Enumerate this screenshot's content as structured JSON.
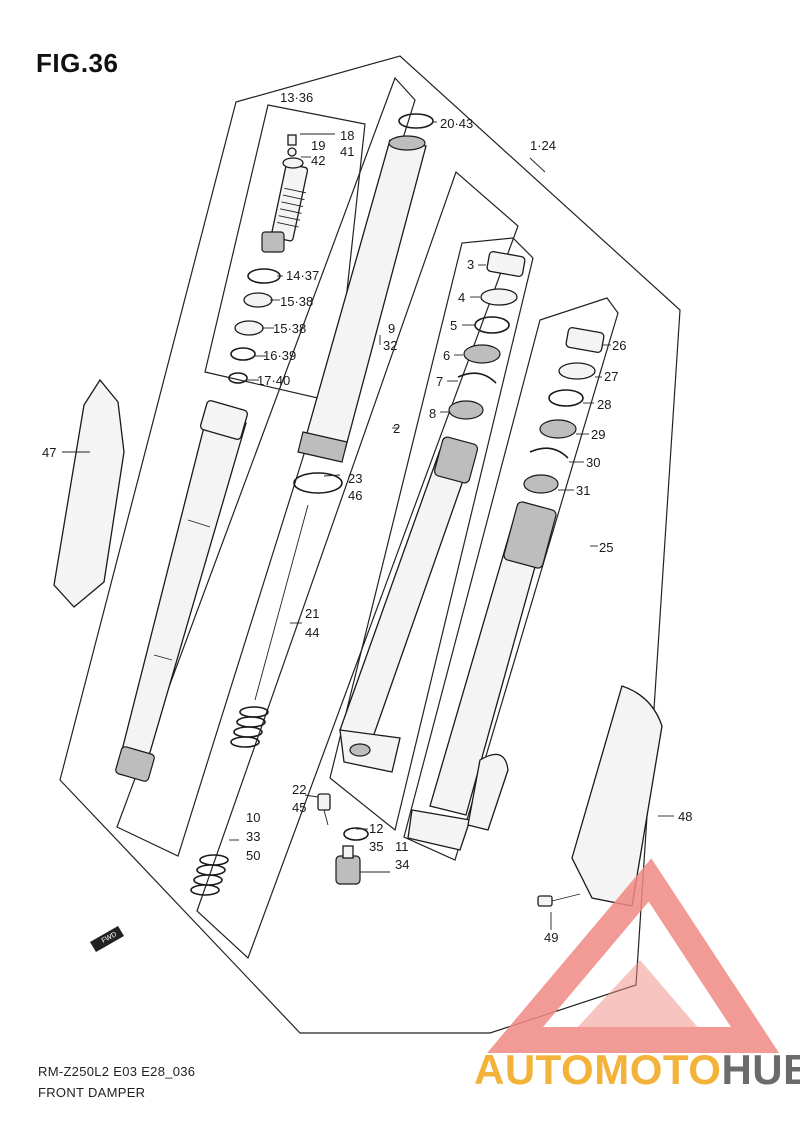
{
  "figure": {
    "title": "FIG.36",
    "code": "RM-Z250L2 E03 E28_036",
    "name": "FRONT DAMPER",
    "fwd_label": "FWD"
  },
  "callouts": [
    "13·36",
    "18",
    "19",
    "41",
    "42",
    "20·43",
    "1·24",
    "14·37",
    "15·38",
    "15·38",
    "16·39",
    "17·40",
    "9",
    "32",
    "2",
    "3",
    "4",
    "5",
    "6",
    "7",
    "8",
    "23",
    "46",
    "26",
    "27",
    "28",
    "29",
    "30",
    "31",
    "25",
    "47",
    "21",
    "44",
    "22",
    "45",
    "10",
    "33",
    "50",
    "12",
    "35",
    "11",
    "34",
    "48",
    "49"
  ],
  "watermark": {
    "part1": "AUTOMOTO",
    "part2": "HUB",
    "color1": "#f3b23a",
    "color2": "#6b6b6b",
    "logo_color": "#f08a84"
  }
}
